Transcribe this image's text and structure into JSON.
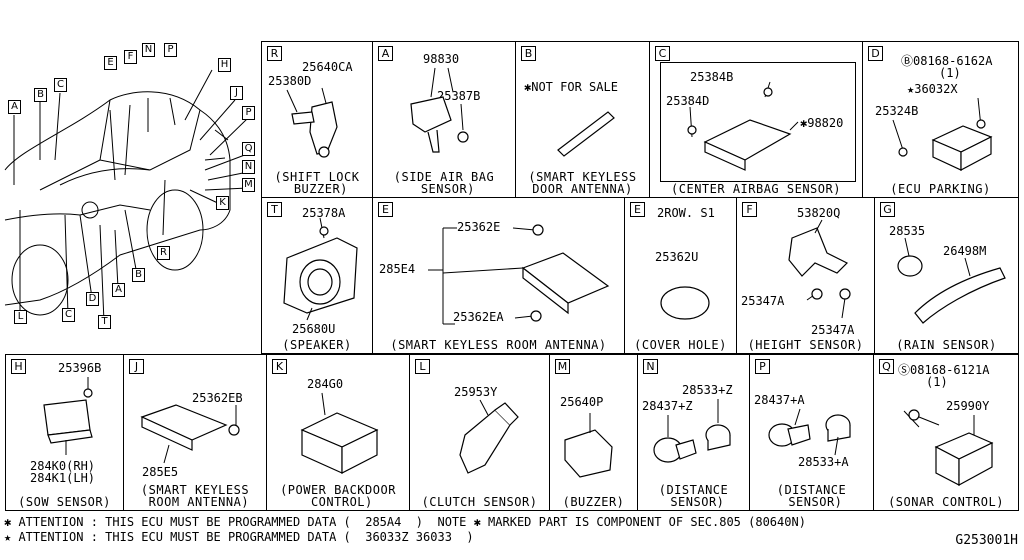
{
  "overview": {
    "callouts": [
      "A",
      "B",
      "C",
      "E",
      "F",
      "N",
      "P",
      "H",
      "J",
      "P",
      "Q",
      "N",
      "M",
      "K",
      "R",
      "B",
      "A",
      "T",
      "D",
      "C",
      "L"
    ]
  },
  "panels": {
    "R": {
      "letter": "R",
      "parts": [
        "25640CA",
        "25380D"
      ],
      "caption": "(SHIFT LOCK\n BUZZER)"
    },
    "A": {
      "letter": "A",
      "parts": [
        "98830",
        "25387B"
      ],
      "caption": "(SIDE AIR BAG\n SENSOR)"
    },
    "B": {
      "letter": "B",
      "parts": [
        "✱NOT FOR SALE"
      ],
      "caption": "(SMART KEYLESS\nDOOR ANTENNA)"
    },
    "C": {
      "letter": "C",
      "parts": [
        "25384B",
        "25384D",
        "✱98820"
      ],
      "caption": "(CENTER AIRBAG SENSOR)"
    },
    "D": {
      "letter": "D",
      "parts": [
        "Ⓑ08168-6162A",
        "(1)",
        "★36032X",
        "25324B"
      ],
      "caption": "(ECU PARKING)"
    },
    "T": {
      "letter": "T",
      "parts": [
        "25378A",
        "25680U"
      ],
      "caption": "(SPEAKER)"
    },
    "E": {
      "letter": "E",
      "parts": [
        "25362E",
        "285E4",
        "25362EA"
      ],
      "caption": "(SMART KEYLESS ROOM ANTENNA)"
    },
    "E2": {
      "letter": "E",
      "parts": [
        "2ROW. S1",
        "25362U"
      ],
      "caption": "(COVER HOLE)"
    },
    "F": {
      "letter": "F",
      "parts": [
        "53820Q",
        "25347A",
        "25347A"
      ],
      "caption": "(HEIGHT SENSOR)"
    },
    "G": {
      "letter": "G",
      "parts": [
        "28535",
        "26498M"
      ],
      "caption": "(RAIN SENSOR)"
    },
    "H": {
      "letter": "H",
      "parts": [
        "25396B",
        "284K0(RH)",
        "284K1(LH)"
      ],
      "caption": "(SOW SENSOR)"
    },
    "J": {
      "letter": "J",
      "parts": [
        "25362EB",
        "285E5"
      ],
      "caption": "(SMART KEYLESS\n ROOM ANTENNA)"
    },
    "K": {
      "letter": "K",
      "parts": [
        "284G0"
      ],
      "caption": "(POWER BACKDOOR\n CONTROL)"
    },
    "L": {
      "letter": "L",
      "parts": [
        "25953Y"
      ],
      "caption": "(CLUTCH SENSOR)"
    },
    "M": {
      "letter": "M",
      "parts": [
        "25640P"
      ],
      "caption": "(BUZZER)"
    },
    "N": {
      "letter": "N",
      "parts": [
        "28533+Z",
        "28437+Z"
      ],
      "caption": "(DISTANCE\n SENSOR)"
    },
    "P": {
      "letter": "P",
      "parts": [
        "28437+A",
        "28533+A"
      ],
      "caption": "(DISTANCE\n SENSOR)"
    },
    "Q": {
      "letter": "Q",
      "parts": [
        "Ⓢ08168-6121A",
        "(1)",
        "25990Y"
      ],
      "caption": "(SONAR CONTROL)"
    }
  },
  "notes": {
    "line1": "✱ ATTENTION : THIS ECU MUST BE PROGRAMMED DATA (  285A4  )  NOTE ✱ MARKED PART IS COMPONENT OF SEC.805 (80640N)",
    "line2": "★ ATTENTION : THIS ECU MUST BE PROGRAMMED DATA (  36033Z 36033  )",
    "drawing_code": "G253001H"
  }
}
